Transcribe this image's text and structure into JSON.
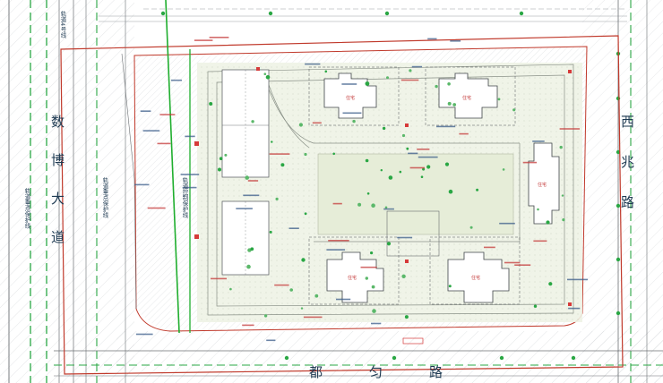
{
  "roads": {
    "west": "数博大道",
    "east": "西兆路",
    "south": "都匀路"
  },
  "lines": {
    "rail_line": "轨道4号线",
    "rail_key_protection": "轨道重点保护线",
    "rail_protection_near": "轨道重点保护线",
    "rail_control_protection": "轨道控制保护线"
  },
  "building_labels": [
    "住宅",
    "住宅",
    "住宅",
    "住宅",
    "住宅"
  ],
  "colors": {
    "site_boundary": "#c0392b",
    "green_line": "#1fae2e",
    "dim_red": "#c43a3a",
    "dim_blue": "#3b5c8a",
    "hatch": "#b9bdc2",
    "landscape_fill": "#eef3e6",
    "road_text": "#1e3a52"
  },
  "icons": [
    "tree-marker-icon",
    "fire-hydrant-icon",
    "elevation-marker-icon"
  ]
}
